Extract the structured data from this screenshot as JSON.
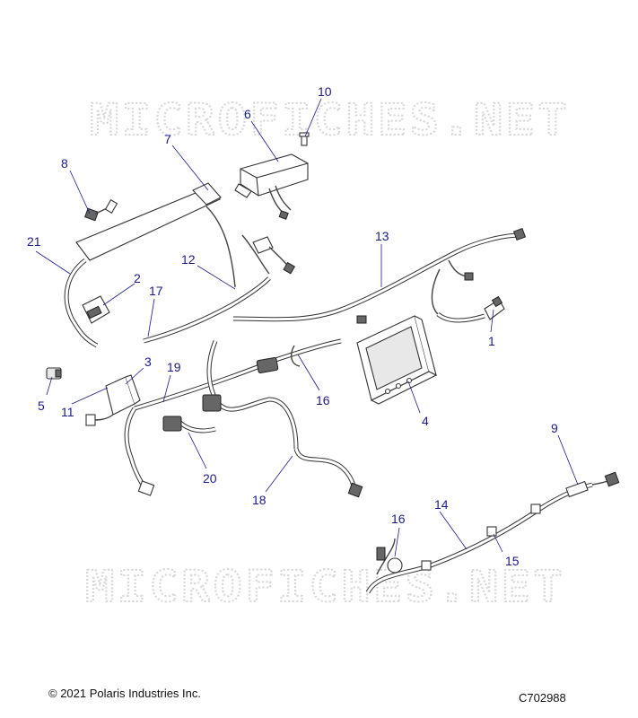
{
  "watermarks": [
    "MICROFICHES.NET",
    "MICROFICHES.NET"
  ],
  "callouts": [
    "1",
    "2",
    "3",
    "4",
    "5",
    "6",
    "7",
    "8",
    "9",
    "10",
    "11",
    "12",
    "13",
    "14",
    "15",
    "16",
    "16",
    "17",
    "18",
    "19",
    "20",
    "21"
  ],
  "footer": {
    "copyright": "© 2021 Polaris Industries Inc.",
    "drawing_id": "C702988"
  },
  "colors": {
    "callout": "#1a1a8c",
    "linework": "#333333",
    "watermark": "#d8d8d8"
  }
}
